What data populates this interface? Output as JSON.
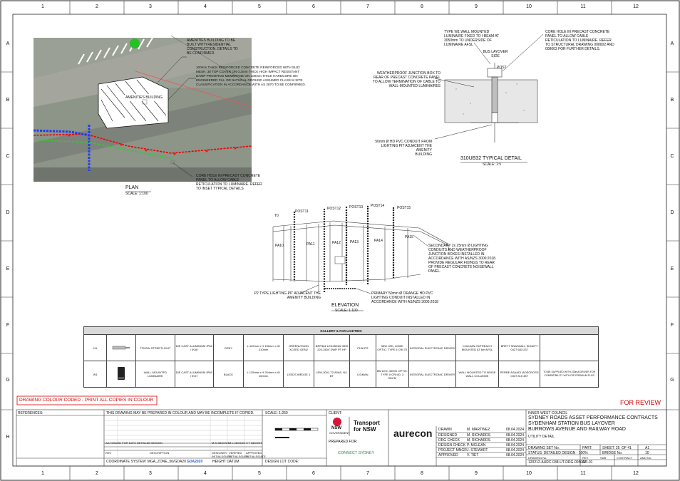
{
  "grid": {
    "columns": [
      "1",
      "2",
      "3",
      "4",
      "5",
      "6",
      "7",
      "8",
      "9",
      "10",
      "11",
      "12"
    ],
    "rows": [
      "A",
      "B",
      "C",
      "D",
      "E",
      "F",
      "G",
      "H"
    ]
  },
  "plan": {
    "title": "PLAN",
    "scale": "SCALE: 1:100",
    "building_label": "AMENITIES BUILDING",
    "note_amenities": "AMENITIES BUILDING TO BE\nBUILT WITH RESIDENTIAL\nCONSTRUCTION. DETAILS TO\nBE CONFIRMED.",
    "note_slab": "100mm THICK REINFORCED CONCRETE REINFORCED WITH SL82\nMESH. 30 TOP COVER ON 0.2mm THICK HIGH IMPACT RESISTANT\nDAMP-PROOFING MEMBRANE ON 100mm THICK HARDCORE ON\nENGINEERED FILL OR NATURAL GROUND ASSUMED CLASS M SITE\nCLASSIFICATION IN ACCORDANCE WITH AS 2870 TO BE CONFIRMED.",
    "note_core": "CORE HOLE IN PRECAST CONCRETE\nPANEL TO ALLOW CABLE\nRETICULATION TO LUMINAIRE. REFER\nTO INSET TYPICAL DETAILS"
  },
  "detail": {
    "title": "310UB32 TYPICAL DETAIL",
    "scale": "SCALE: 1:5",
    "bus_layover": "BUS LAYOVER\nSIDE",
    "post": "POST",
    "note_w1": "TYPE W1 WALL MOUNTED\nLUMINAIRE FIXED TO I-BEAM AT\n3050mm TO UNDERSIDE OF\nLUMINAIRE AFSL",
    "note_core": "CORE HOLE IN PRECAST CONCRETE\nPANEL TO ALLOW CABLE\nRETICULATION TO LUMINAIRE. REFER\nTO STRUCTURAL DRAWING 008002 AND\n008003 FOR FURTHER DETAILS.",
    "note_junction": "WEATHERPROOF JUNCTION BOX TO\nREAR OF PRECAST CONCRETE PANEL\nTO ALLOW TERMINATION OF CABLE TO\nWALL-MOUNTED LUMINAIRES",
    "note_conduit": "50mm Ø HD PVC CONDUIT FROM\nLIGHTING PIT ADJACENT THE AMENITY\nBUILDING"
  },
  "elevation": {
    "title": "ELEVATION",
    "scale": "SCALE: 1:100",
    "posts": [
      "POST11",
      "POST12",
      "POST13",
      "POST14",
      "POST15"
    ],
    "panels": [
      "T0",
      "PA10",
      "PA11",
      "PA12",
      "PA13",
      "PA14",
      "PA15"
    ],
    "note_secondary": "SECONDARY 2x 25mm Ø LIGHTING\nCONDUITS AND WEATHERPROOF\nJUNCTION BOXES INSTALLED IN\nACCORDANCE WITH AS/NZS 3000:2018.\nPROVIDE REGULAR FIXINGS TO REAR\nOF PRECAST CONCRETE NOISEWALL\nPANEL.",
    "note_pit": "P2 TYPE LIGHTING PIT ADJACENT THE\nAMENITY BUILDING",
    "note_primary": "PRIMARY 50mm Ø ORANGE HD PVC\nLIGHTING CONDUIT INSTALLED IN\nACCORDANCE WITH AS/NZS 3000:2018"
  },
  "gallery": {
    "title": "GALLERY & FoR LIGHTING",
    "rows": [
      [
        "N1",
        "",
        "TFNSW STREETLIGHT",
        "DIE CAST ALUMINIUM\nIP66 / IK08",
        "GREY",
        "L 449mm x H 130mm\nx W 310mm",
        "GREENVISION\nXCEED GEN2",
        "BRP381 LED45/NW\n35W 220-240V\nDWP PT HP",
        "PHILIPS",
        "35W LED, 4000K\nOPTIC: TYPE II\nCRI:70",
        "INTEGRAL ELECTRONIC DRIVER",
        "COLUMN OUTREACH\nMOUNTED AT 6m AFSL",
        "BRETT SNASHALL\nSIGNIFY\n0427 683 237",
        ""
      ],
      [
        "W1",
        "",
        "WALL-MOUNTED\nLUMINAIRE",
        "DIE CAST ALUMINIUM\nIP65 / IK07",
        "BLACK",
        "L 125mm x H 204mm\nx W 100mm",
        "LEEDS WEDGE 1",
        "LEW-3001-T2-80A5-\nN3-BT",
        "LIGMAN",
        "8W LED, 4000K\nOPTIC: TYPE II\nCRI:80, 3 SDCM",
        "INTEGRAL ELECTRONIC DRIVER",
        "WALL MOUNTED TO\nNOISE WALL COLUMNS",
        "PERRE ASAADI\nIADECROSS\n0437 815 457",
        "TO BE SUPPLIED WITH 230mA DRIVER FOR\nCOMPATIBILITY WITH DIP PREMIUM PLUS"
      ]
    ]
  },
  "stamps": {
    "colour_coded": "DRAWING COLOUR CODED - PRINT ALL COPIES IN COLOUR",
    "for_review": "FOR REVIEW"
  },
  "titleblock": {
    "references": "REFERENCES:",
    "colour_note": "THIS DRAWING MAY BE PREPARED IN COLOUR AND MAY BE INCOMPLETE IF COPIED.",
    "scale": "SCALE: 1:250",
    "client": "CLIENT:",
    "nsw": "NSW",
    "nsw_gov": "GOVERNMENT",
    "tfnsw": "Transport\nfor NSW",
    "prepared_for": "PREPARED FOR:",
    "connect_sydney": "CONNECT SYDNEY",
    "aurecon": "aurecon",
    "rev_row": "A/1  ISSUED FOR 100% DETAILED DESIGN",
    "rev_cols": [
      "REV",
      "DESCRIPTION",
      "DESIGNER\nINITIALS/DATE",
      "VERIFIED\nINITIALS/DATE",
      "APPROVED\nINITIALS/DATE"
    ],
    "rev_initials": [
      "M.M 08/04/24",
      "M.L 08/04/24",
      "V.T 08/04/24"
    ],
    "coordinate_system": "COORDINATE SYSTEM: MGA_ZONE_56/GDA20",
    "gda2020": "GDA2020",
    "height_datum": "HEIGHT DATUM",
    "design_lot": "DESIGN LOT CODE:",
    "sign_rows": [
      [
        "DRAWN",
        "M. MARTINEZ",
        "08.04.2024"
      ],
      [
        "DESIGNED",
        "M. RICHARDS",
        "08.04.2024"
      ],
      [
        "DRG CHECK",
        "M. RICHARDS",
        "08.04.2024"
      ],
      [
        "DESIGN CHECK",
        "P. MCLEAN",
        "08.04.2024"
      ],
      [
        "PROJECT MNGR",
        "J. STEWART",
        "08.04.2024"
      ],
      [
        "APPROVED",
        "V. TIET",
        "08.04.2024"
      ]
    ],
    "council": "INNER WEST COUNCIL",
    "project_lines": [
      "SYDNEY ROADS ASSET PERFORMANCE CONTRACTS",
      "SYDENHAM STATION BUS LAYOVER",
      "BURROWS AVENUE AND RAILWAY ROAD"
    ],
    "subtitle": "UTILITY DETAIL",
    "drawing_set": "DRAWING SET No.",
    "part": "PART:",
    "sheet": "SHEET: 25",
    "of": "OF 41",
    "size": "A1",
    "status": "STATUS: DETAILED DESIGN - 100%",
    "bridge": "BRIDGE No.",
    "bridge_val": "10",
    "drawing_no_label": "DRAWING No.",
    "drawing_no": "120212-AURC-038-UT-DRG-005002",
    "rev_label": "REV",
    "rev_val": "A/1.01",
    "sub_label": "SUB",
    "contract_label": "CONTRACT",
    "amd_label": "AMD No."
  }
}
